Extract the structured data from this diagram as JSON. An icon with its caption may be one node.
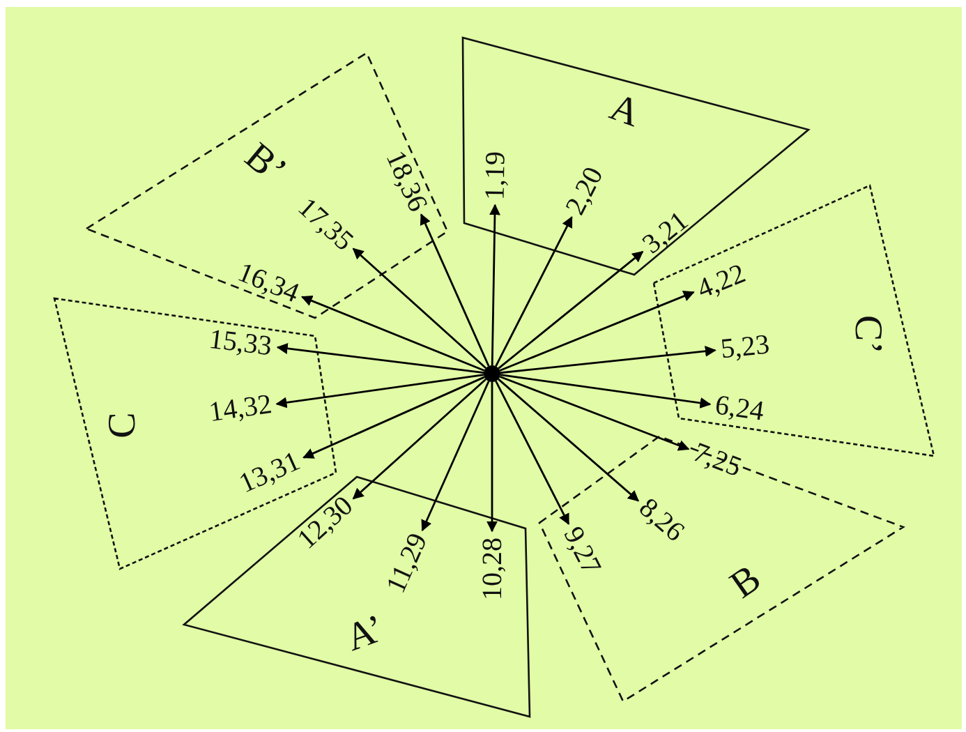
{
  "diagram": {
    "nodes": [
      {
        "text": [],
        "shape": "circle"
      },
      {
        "text": [
          "A"
        ]
      },
      {
        "text": [
          "1,19"
        ],
        "in": 1
      },
      {
        "text": [
          "2,20"
        ],
        "in": 1
      },
      {
        "text": [
          "3,21"
        ],
        "in": 1
      },
      {
        "text": [
          "C’"
        ]
      },
      {
        "text": [
          "4,22"
        ],
        "in": 5
      },
      {
        "text": [
          "5,23"
        ],
        "in": 5
      },
      {
        "text": [
          "6,24"
        ],
        "in": 5
      },
      {
        "text": [
          "B"
        ]
      },
      {
        "text": [
          "7,25"
        ],
        "in": 9
      },
      {
        "text": [
          "8,26"
        ],
        "in": 9
      },
      {
        "text": [
          "9,27"
        ],
        "in": 9
      },
      {
        "text": [
          "A’"
        ]
      },
      {
        "text": [
          "10,28"
        ],
        "in": 13
      },
      {
        "text": [
          "11,29"
        ],
        "in": 13
      },
      {
        "text": [
          "12,30"
        ],
        "in": 13
      },
      {
        "text": [
          "C"
        ]
      },
      {
        "text": [
          "13,31"
        ],
        "in": 17
      },
      {
        "text": [
          "14,32"
        ],
        "in": 17
      },
      {
        "text": [
          "15,33"
        ],
        "in": 17
      },
      {
        "text": [
          "B’"
        ]
      },
      {
        "text": [
          "16,34"
        ],
        "in": 21
      },
      {
        "text": [
          "17,35"
        ],
        "in": 21
      },
      {
        "text": [
          "18,36"
        ],
        "in": 21
      }
    ],
    "edges": [
      {
        "from": 0,
        "to": 2,
        "arrow": "to"
      },
      {
        "from": 0,
        "to": 3,
        "arrow": "to"
      },
      {
        "from": 0,
        "to": 4,
        "arrow": "to"
      },
      {
        "from": 0,
        "to": 6,
        "arrow": "to"
      },
      {
        "from": 0,
        "to": 7,
        "arrow": "to"
      },
      {
        "from": 0,
        "to": 8,
        "arrow": "to"
      },
      {
        "from": 0,
        "to": 10,
        "arrow": "to"
      },
      {
        "from": 0,
        "to": 11,
        "arrow": "to"
      },
      {
        "from": 0,
        "to": 12,
        "arrow": "to"
      },
      {
        "from": 0,
        "to": 14,
        "arrow": "to"
      },
      {
        "from": 0,
        "to": 15,
        "arrow": "to"
      },
      {
        "from": 0,
        "to": 16,
        "arrow": "to"
      },
      {
        "from": 0,
        "to": 18,
        "arrow": "to"
      },
      {
        "from": 0,
        "to": 19,
        "arrow": "to"
      },
      {
        "from": 0,
        "to": 20,
        "arrow": "to"
      },
      {
        "from": 0,
        "to": 22,
        "arrow": "to"
      },
      {
        "from": 0,
        "to": 23,
        "arrow": "to"
      },
      {
        "from": 0,
        "to": 24,
        "arrow": "to"
      }
    ]
  }
}
